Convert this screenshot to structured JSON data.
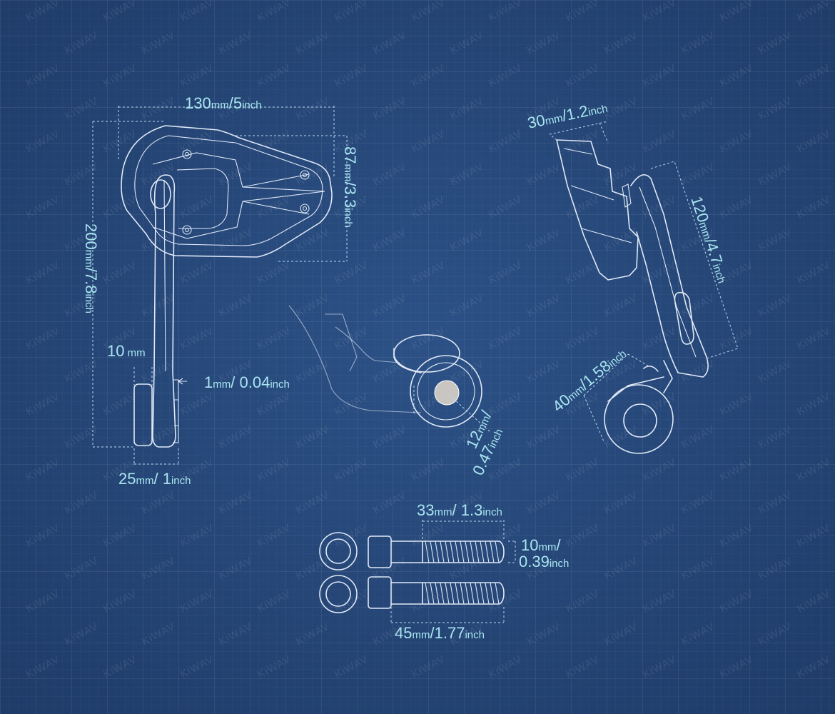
{
  "colors": {
    "background": "#274a7e",
    "grid": "#3d5f92",
    "line": "#dfe8f6",
    "dimension_text": "#a9e6f0"
  },
  "watermark": {
    "text": "KiWAV"
  },
  "front_view": {
    "width": {
      "mm": "130",
      "mm_unit": "mm",
      "sep": "/",
      "inch": "5",
      "inch_unit": "inch"
    },
    "height": {
      "mm": "87",
      "mm_unit": "mm",
      "sep": "/",
      "inch": "3.3",
      "inch_unit": "inch"
    },
    "total_height": {
      "mm": "200",
      "mm_unit": "mm",
      "sep": "/",
      "inch": "7.8",
      "inch_unit": "inch"
    },
    "clamp_length": {
      "mm": "10",
      "mm_unit": " mm"
    },
    "gap": {
      "mm": "1",
      "mm_unit": "mm",
      "sep": "/ ",
      "inch": "0.04",
      "inch_unit": "inch"
    },
    "base_width": {
      "mm": "25",
      "mm_unit": "mm",
      "sep": "/ ",
      "inch": "1",
      "inch_unit": "inch"
    }
  },
  "clamp_view": {
    "bore": {
      "mm": "12",
      "mm_unit": "mm",
      "sep": "/",
      "inch": "0.47",
      "inch_unit": "inch"
    }
  },
  "side_view": {
    "mirror_thickness": {
      "mm": "30",
      "mm_unit": "mm",
      "sep": "/",
      "inch": "1.2",
      "inch_unit": "inch"
    },
    "arm_length": {
      "mm": "120",
      "mm_unit": "mm",
      "sep": "/",
      "inch": "4.7",
      "inch_unit": "inch"
    },
    "clamp_diameter": {
      "mm": "40",
      "mm_unit": "mm",
      "sep": "/",
      "inch": "1.58",
      "inch_unit": "inch"
    }
  },
  "bolts": {
    "thread_length": {
      "mm": "33",
      "mm_unit": "mm",
      "sep": "/ ",
      "inch": "1.3",
      "inch_unit": "inch"
    },
    "diameter": {
      "mm": "10",
      "mm_unit": "mm",
      "sep": "/",
      "inch": "0.39",
      "inch_unit": "inch"
    },
    "total_length": {
      "mm": "45",
      "mm_unit": "mm",
      "sep": "/",
      "inch": "1.77",
      "inch_unit": "inch"
    }
  }
}
